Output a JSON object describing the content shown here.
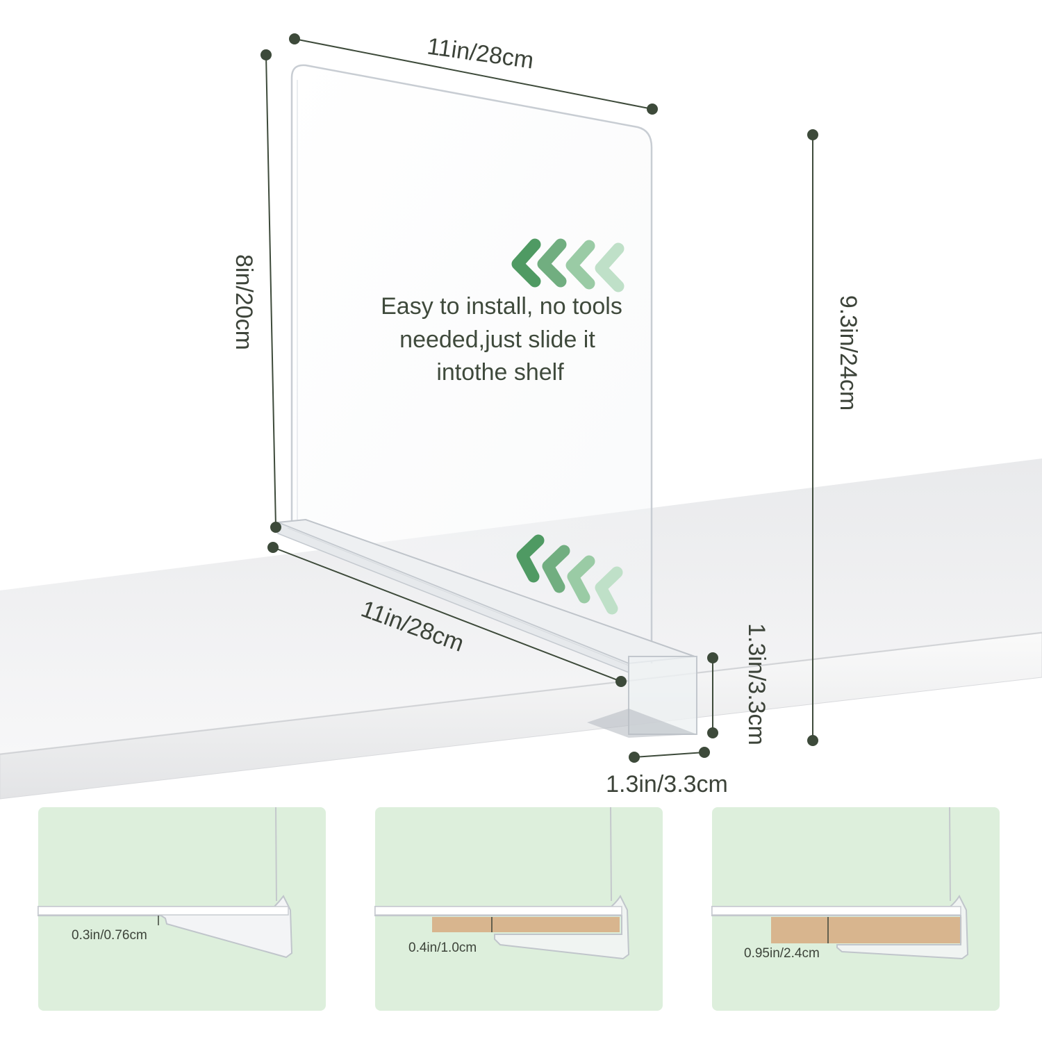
{
  "dimensions": {
    "top_width": "11in/28cm",
    "panel_height": "8in/20cm",
    "total_height": "9.3in/24cm",
    "base_length": "11in/28cm",
    "clip_height": "1.3in/3.3cm",
    "clip_width": "1.3in/3.3cm"
  },
  "caption": {
    "line1": "Easy to install, no tools",
    "line2": "needed,just slide it",
    "line3": "intothe shelf"
  },
  "insets": [
    {
      "thickness": "0.3in/0.76cm"
    },
    {
      "thickness": "0.4in/1.0cm"
    },
    {
      "thickness": "0.95in/2.4cm"
    }
  ],
  "colors": {
    "dot": "#3d4a3a",
    "arrow_dark": "#4f9a63",
    "arrow_light": "#bfe0c8",
    "inset_bg": "#ddefdc",
    "wood": "#d8b58e"
  }
}
